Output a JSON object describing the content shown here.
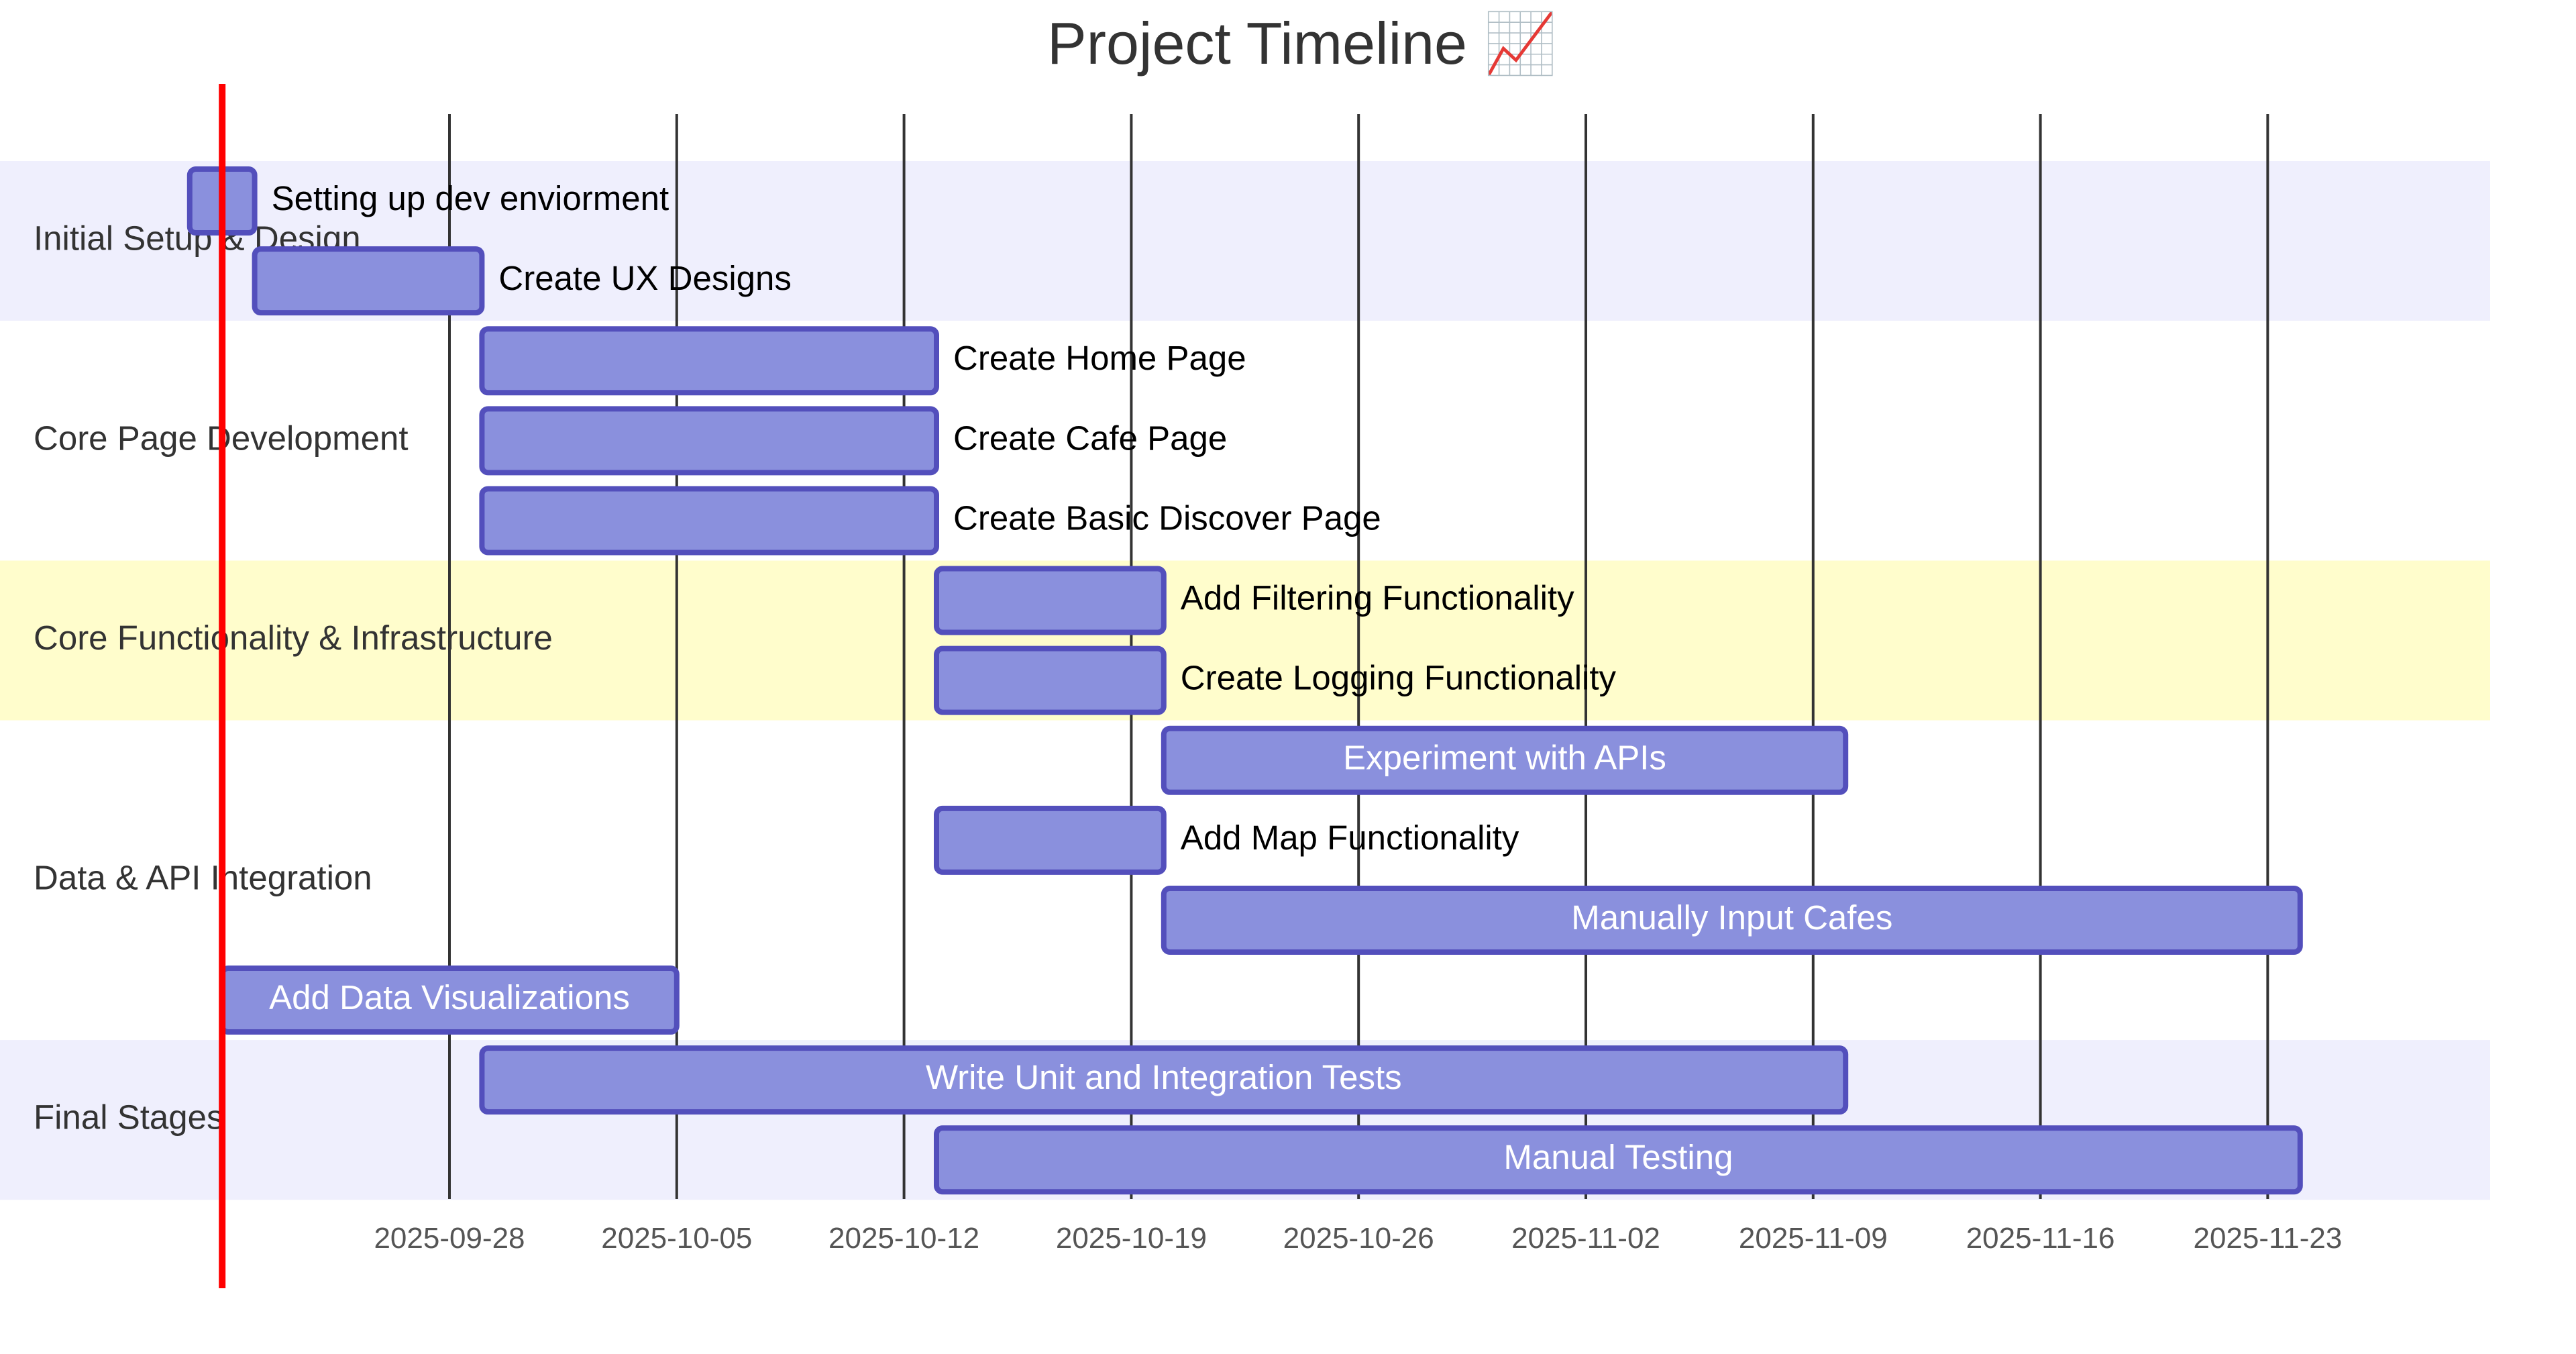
{
  "chart_data": {
    "type": "gantt",
    "title": "Project Timeline 📈",
    "today_marker": "2025-09-21",
    "x_range": [
      "2025-09-14",
      "2025-11-30"
    ],
    "ticks": [
      "2025-09-28",
      "2025-10-05",
      "2025-10-12",
      "2025-10-19",
      "2025-10-26",
      "2025-11-02",
      "2025-11-09",
      "2025-11-16",
      "2025-11-23"
    ],
    "sections": [
      {
        "name": "Initial Setup & Design",
        "color": "#efeffd",
        "tasks": [
          {
            "name": "Setting up dev enviorment",
            "start": "2025-09-20",
            "end": "2025-09-22"
          },
          {
            "name": "Create UX Designs",
            "start": "2025-09-22",
            "end": "2025-09-29"
          }
        ]
      },
      {
        "name": "Core Page Development",
        "color": "#ffffff",
        "tasks": [
          {
            "name": "Create Home Page",
            "start": "2025-09-29",
            "end": "2025-10-13"
          },
          {
            "name": "Create Cafe Page",
            "start": "2025-09-29",
            "end": "2025-10-13"
          },
          {
            "name": "Create Basic Discover Page",
            "start": "2025-09-29",
            "end": "2025-10-13"
          }
        ]
      },
      {
        "name": "Core Functionality & Infrastructure",
        "color": "#fffdcc",
        "tasks": [
          {
            "name": "Add Filtering Functionality",
            "start": "2025-10-13",
            "end": "2025-10-20"
          },
          {
            "name": "Create Logging Functionality",
            "start": "2025-10-13",
            "end": "2025-10-20"
          }
        ]
      },
      {
        "name": "Data & API Integration",
        "color": "#ffffff",
        "tasks": [
          {
            "name": "Experiment with APIs",
            "start": "2025-10-20",
            "end": "2025-11-10"
          },
          {
            "name": "Add Map Functionality",
            "start": "2025-10-13",
            "end": "2025-10-20"
          },
          {
            "name": "Manually Input Cafes",
            "start": "2025-10-20",
            "end": "2025-11-24"
          },
          {
            "name": "Add Data Visualizations",
            "start": "2025-09-21",
            "end": "2025-10-05"
          }
        ]
      },
      {
        "name": "Final Stages",
        "color": "#efeffd",
        "tasks": [
          {
            "name": "Write Unit and Integration Tests",
            "start": "2025-09-29",
            "end": "2025-11-10"
          },
          {
            "name": "Manual Testing",
            "start": "2025-10-13",
            "end": "2025-11-24"
          }
        ]
      }
    ],
    "colors": {
      "bar_fill": "#8a90dd",
      "bar_stroke": "#534fbc",
      "grid": "#333333",
      "today": "#ff0000",
      "label_inside": "#ffffff",
      "label_outside": "#000000"
    }
  }
}
